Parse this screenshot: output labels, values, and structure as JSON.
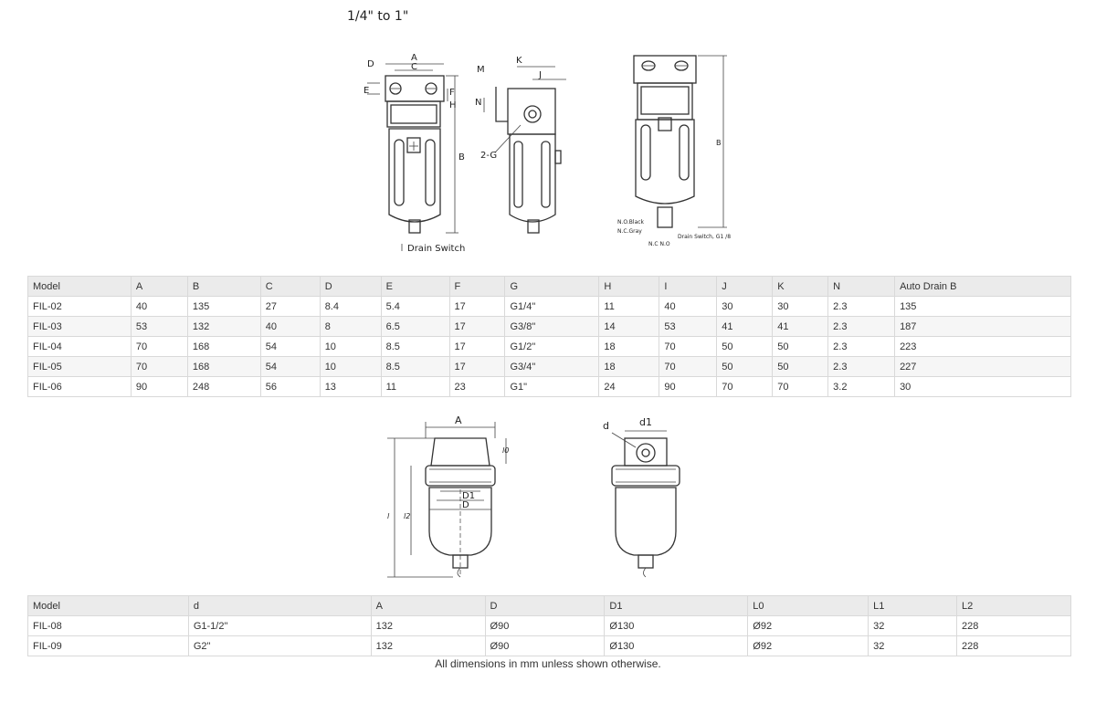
{
  "top_caption": "1/4\" to 1\"",
  "drawing_top": {
    "dim_labels": [
      "A",
      "C",
      "D",
      "E",
      "F",
      "H",
      "B",
      "M",
      "K",
      "J",
      "N",
      "2-G",
      "B"
    ],
    "drain_switch_label": "Drain Switch",
    "no_label": "N.O.Black",
    "nc_label": "N.C.Gray",
    "drain_switch_g": "Drain Switch, G1 /8",
    "nc_no_label": "N.C N.O"
  },
  "table1": {
    "headers": [
      "Model",
      "A",
      "B",
      "C",
      "D",
      "E",
      "F",
      "G",
      "H",
      "I",
      "J",
      "K",
      "N",
      "Auto Drain B"
    ],
    "rows": [
      [
        "FIL-02",
        "40",
        "135",
        "27",
        "8.4",
        "5.4",
        "17",
        "G1/4\"",
        "11",
        "40",
        "30",
        "30",
        "2.3",
        "135"
      ],
      [
        "FIL-03",
        "53",
        "132",
        "40",
        "8",
        "6.5",
        "17",
        "G3/8\"",
        "14",
        "53",
        "41",
        "41",
        "2.3",
        "187"
      ],
      [
        "FIL-04",
        "70",
        "168",
        "54",
        "10",
        "8.5",
        "17",
        "G1/2\"",
        "18",
        "70",
        "50",
        "50",
        "2.3",
        "223"
      ],
      [
        "FIL-05",
        "70",
        "168",
        "54",
        "10",
        "8.5",
        "17",
        "G3/4\"",
        "18",
        "70",
        "50",
        "50",
        "2.3",
        "227"
      ],
      [
        "FIL-06",
        "90",
        "248",
        "56",
        "13",
        "11",
        "23",
        "G1\"",
        "24",
        "90",
        "70",
        "70",
        "3.2",
        "30"
      ]
    ]
  },
  "drawing_bottom": {
    "dim_labels": [
      "A",
      "l0",
      "l2",
      "l",
      "D1",
      "D",
      "d",
      "d1"
    ]
  },
  "table2": {
    "headers": [
      "Model",
      "d",
      "A",
      "D",
      "D1",
      "L0",
      "L1",
      "L2"
    ],
    "rows": [
      [
        "FIL-08",
        "G1-1/2\"",
        "132",
        "Ø90",
        "Ø130",
        "Ø92",
        "32",
        "228"
      ],
      [
        "FIL-09",
        "G2\"",
        "132",
        "Ø90",
        "Ø130",
        "Ø92",
        "32",
        "228"
      ]
    ]
  },
  "footnote": "All dimensions in mm unless shown otherwise."
}
